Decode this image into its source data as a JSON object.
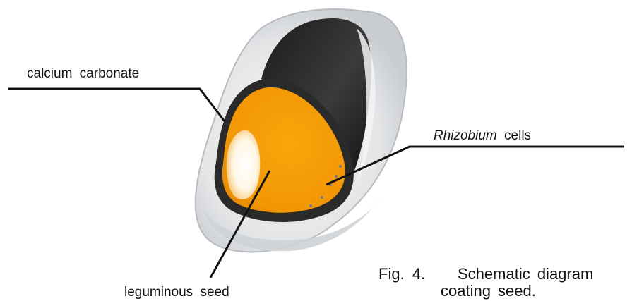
{
  "diagram": {
    "labels": {
      "calcium_carbonate": "calcium carbonate",
      "rhizobium_italic": "Rhizobium",
      "rhizobium_rest": "cells",
      "leguminous_seed": "leguminous seed"
    },
    "caption": {
      "prefix": "Fig. 4.",
      "line1": "Schematic diagram",
      "line2": "coating seed."
    },
    "colors": {
      "background": "#ffffff",
      "outer_coat": "#e6e8ea",
      "outer_coat_edge": "#bcc0c4",
      "inner_coat": "#2d2d2d",
      "seed": "#f39b07",
      "seed_highlight": "#fffaf0",
      "leader_line": "#111111"
    }
  }
}
